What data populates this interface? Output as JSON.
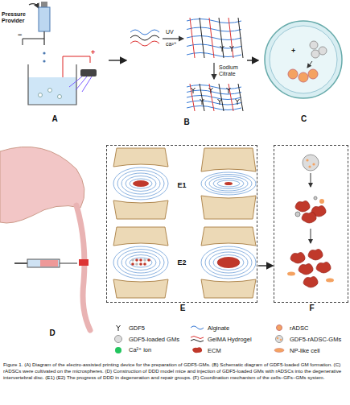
{
  "diagram": {
    "caption": "Figure 1. (A) Diagram of the electro-assisted printing device for the preparation of GDF5-GMs. (B) Schematic diagram of GDF5-loaded GM formation. (C) rADSCs were cultivated on the microspheres. (D) Construction of DDD model mice and injection of GDF5-loaded GMs with rADSCs into the degenerative intervertebral disc. (E1) (E2) The progress of DDD in degeneration and repair groups. (F) Coordination mechanism of the cells–GFs–GMs system.",
    "nodes": [
      {
        "text": [
          "A"
        ]
      },
      {
        "text": [
          "B"
        ]
      },
      {
        "text": [
          "C"
        ]
      },
      {
        "text": [
          "D"
        ]
      },
      {
        "text": [
          "E"
        ]
      },
      {
        "text": [
          "E1"
        ],
        "in": 4
      },
      {
        "text": [
          "E2"
        ],
        "in": 4
      },
      {
        "text": [
          "F"
        ]
      }
    ],
    "edges": [
      {
        "from": 0,
        "to": 1,
        "arrow": "to"
      },
      {
        "from": 1,
        "to": 2,
        "arrow": "to"
      },
      {
        "from": 4,
        "to": 7,
        "arrow": "to"
      }
    ],
    "labels": [
      "Pressure Provider",
      "−",
      "+",
      "UV",
      "ca²⁺",
      "Sodium Citrate",
      "+"
    ],
    "legend": [
      {
        "text": "GDF5"
      },
      {
        "text": "Alginate"
      },
      {
        "text": "rADSC"
      },
      {
        "text": "GDF5-loaded GMs"
      },
      {
        "text": "GelMA Hydrogel"
      },
      {
        "text": "GDF5-rADSC-GMs"
      },
      {
        "text": "Ca²⁺ ion",
        "color": "#22c55e"
      },
      {
        "text": "ECM"
      },
      {
        "text": "NP-like cell"
      }
    ]
  }
}
